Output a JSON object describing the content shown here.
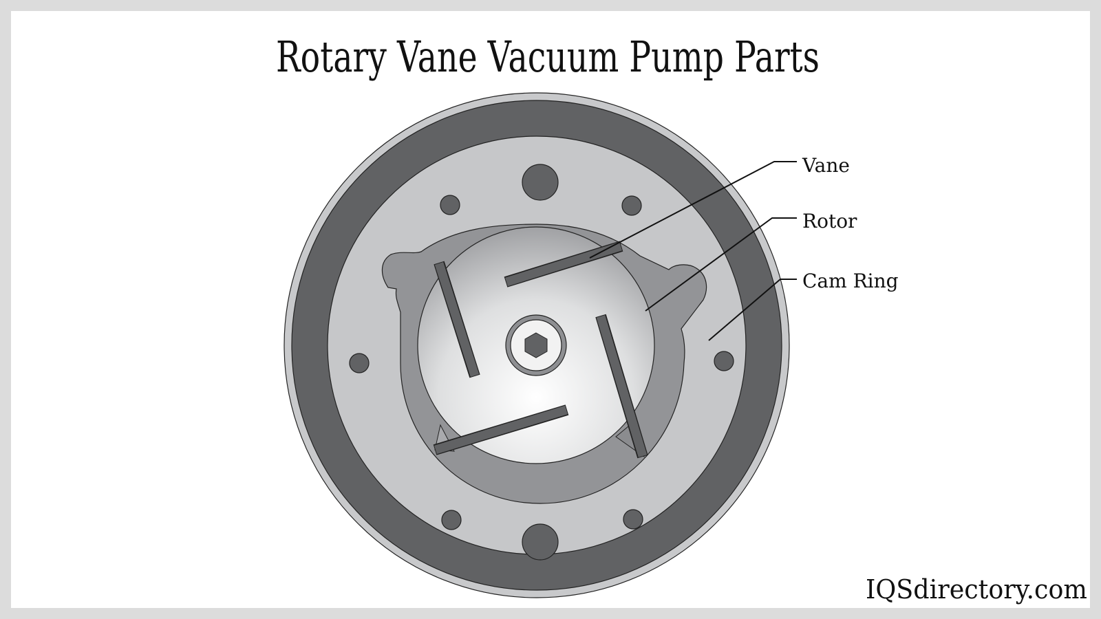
{
  "title": "Rotary Vane Vacuum Pump Parts",
  "labels": {
    "vane": "Vane",
    "rotor": "Rotor",
    "cam_ring": "Cam Ring"
  },
  "watermark": "IQSdirectory.com",
  "colors": {
    "background_border": "#dcdcdc",
    "outer_rim": "#c8c9cb",
    "dark_ring": "#616264",
    "plate": "#c6c7c9",
    "cam_pocket": "#939497",
    "vane": "#616264",
    "outline": "#111111"
  }
}
